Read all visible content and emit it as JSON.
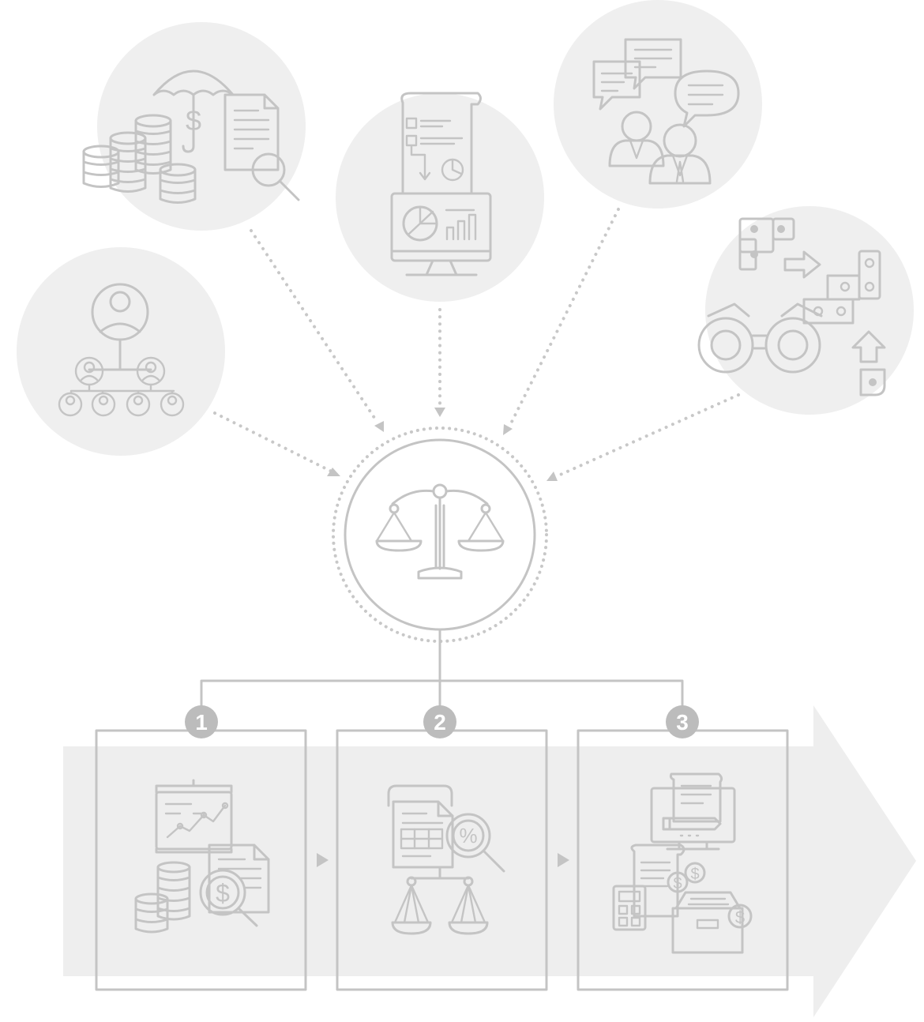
{
  "colors": {
    "line": "#c4c4c4",
    "circle_fill": "#efefef",
    "arrow_band": "#eeeeee",
    "badge": "#bcbcbc"
  },
  "hub": {
    "icon": "balance-scale-icon"
  },
  "sources": [
    {
      "icon": "org-chart-icon"
    },
    {
      "icon": "finance-insurance-icon"
    },
    {
      "icon": "report-dashboard-icon"
    },
    {
      "icon": "discussion-icon"
    },
    {
      "icon": "binoculars-puzzle-icon"
    }
  ],
  "steps": [
    {
      "number": "1",
      "icon": "chart-money-analysis-icon"
    },
    {
      "number": "2",
      "icon": "tax-percent-scale-icon"
    },
    {
      "number": "3",
      "icon": "accounting-records-icon"
    }
  ]
}
